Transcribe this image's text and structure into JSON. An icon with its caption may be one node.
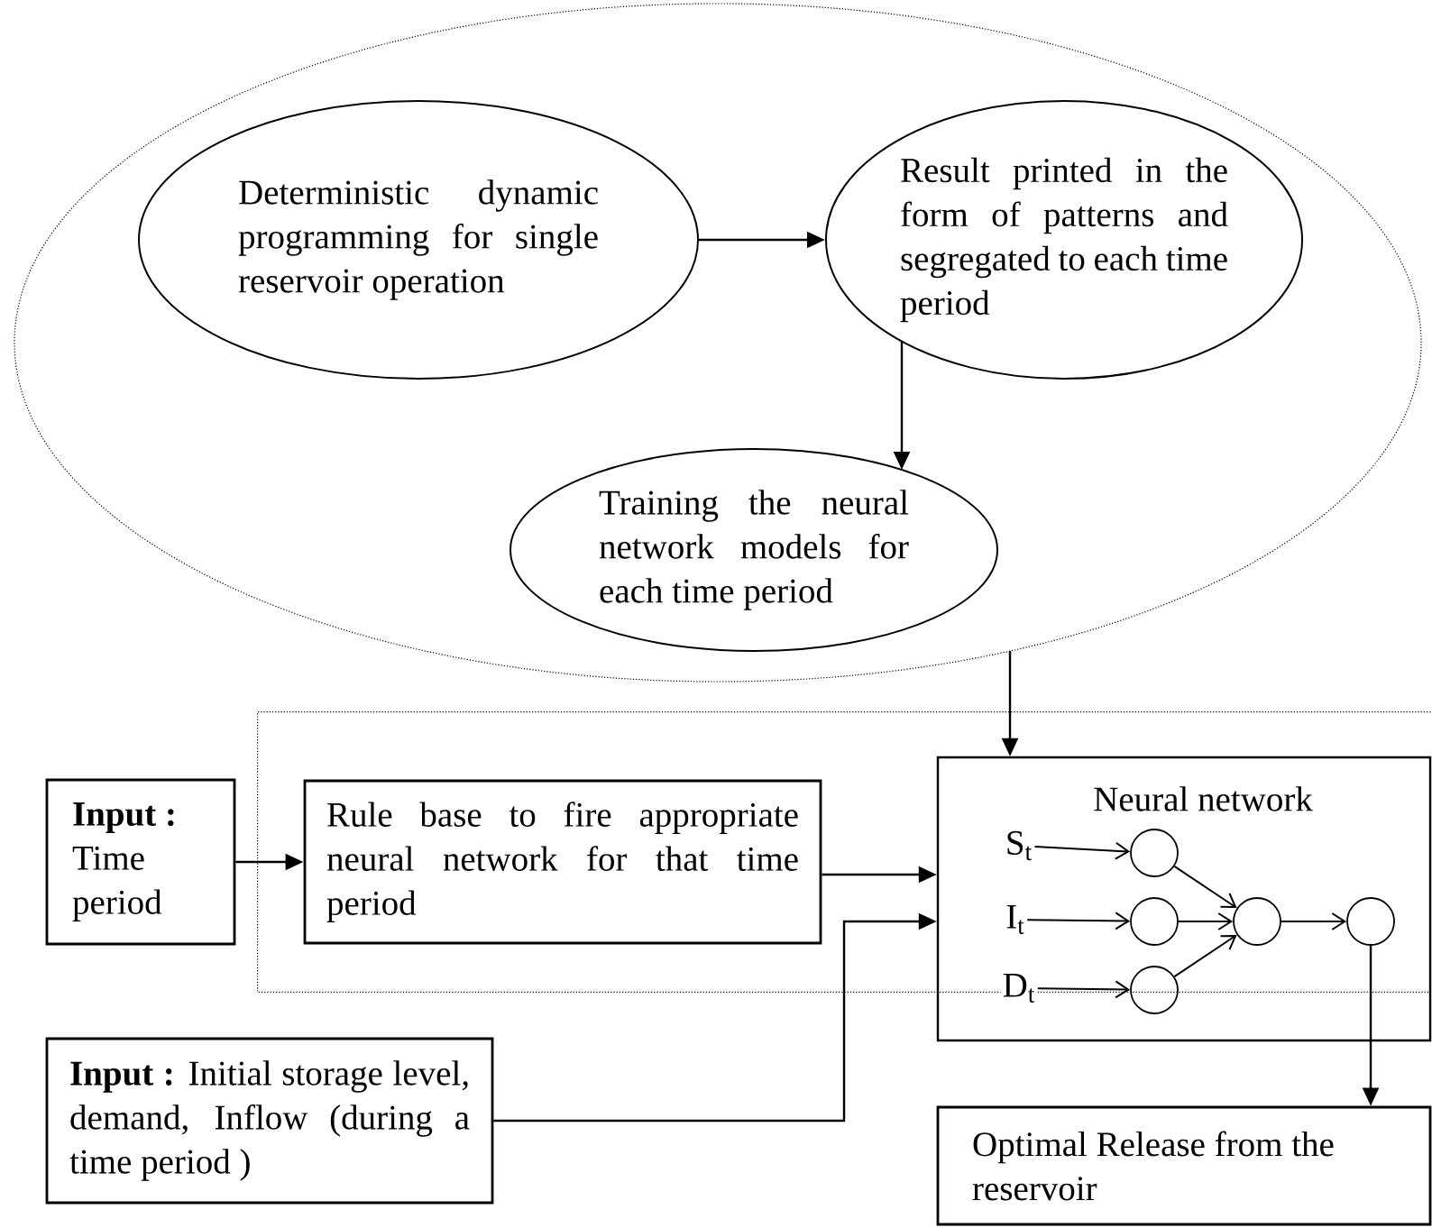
{
  "diagram": {
    "nodes": [
      {
        "text": [],
        "shape": "ellipse"
      },
      {
        "text": [
          "Deterministic dynamic programming for single reservoir operation"
        ],
        "in": 0
      },
      {
        "text": [
          "Result printed in the form of patterns and segregated to each time period"
        ],
        "in": 0
      },
      {
        "text": [
          "Training the neural network models for each time period"
        ],
        "in": 0
      },
      {
        "text": [
          "**Input :** Time period"
        ]
      },
      {
        "text": [],
        "shape": "box"
      },
      {
        "text": [
          "Rule base to fire appropriate neural network for that time period"
        ],
        "in": 5
      },
      {
        "text": [
          "Neural network"
        ]
      },
      {
        "text": [
          "**Input :** Initial storage level, demand, Inflow (during a time period )"
        ]
      },
      {
        "text": [
          "Optimal Release from the reservoir"
        ]
      },
      {
        "text": [
          "S$_{t}$"
        ],
        "in": 7
      },
      {
        "text": [
          "I$_{t}$"
        ],
        "in": 7
      },
      {
        "text": [
          "D$_{t}$"
        ],
        "in": 7
      },
      {
        "text": [],
        "shape": "circle",
        "in": 7
      },
      {
        "text": [],
        "shape": "circle",
        "in": 7
      },
      {
        "text": [],
        "shape": "circle",
        "in": 7
      },
      {
        "text": [],
        "shape": "circle",
        "in": 7
      },
      {
        "text": [],
        "shape": "circle",
        "in": 7
      }
    ],
    "edges": [
      {
        "from": 1,
        "to": 2,
        "arrow": "to"
      },
      {
        "from": 2,
        "to": 3,
        "arrow": "to"
      },
      {
        "from": 0,
        "to": 7,
        "arrow": "to"
      },
      {
        "from": 4,
        "to": 6,
        "arrow": "to"
      },
      {
        "from": 6,
        "to": 7,
        "arrow": "to"
      },
      {
        "from": 8,
        "to": 7,
        "arrow": "to"
      },
      {
        "from": 10,
        "to": 13,
        "arrow": "to"
      },
      {
        "from": 11,
        "to": 14,
        "arrow": "to"
      },
      {
        "from": 12,
        "to": 15,
        "arrow": "to"
      },
      {
        "from": 13,
        "to": 16,
        "arrow": "to"
      },
      {
        "from": 14,
        "to": 16,
        "arrow": "to"
      },
      {
        "from": 15,
        "to": 16,
        "arrow": "to"
      },
      {
        "from": 16,
        "to": 17,
        "arrow": "to"
      },
      {
        "from": 17,
        "to": 9,
        "arrow": "to"
      }
    ]
  }
}
